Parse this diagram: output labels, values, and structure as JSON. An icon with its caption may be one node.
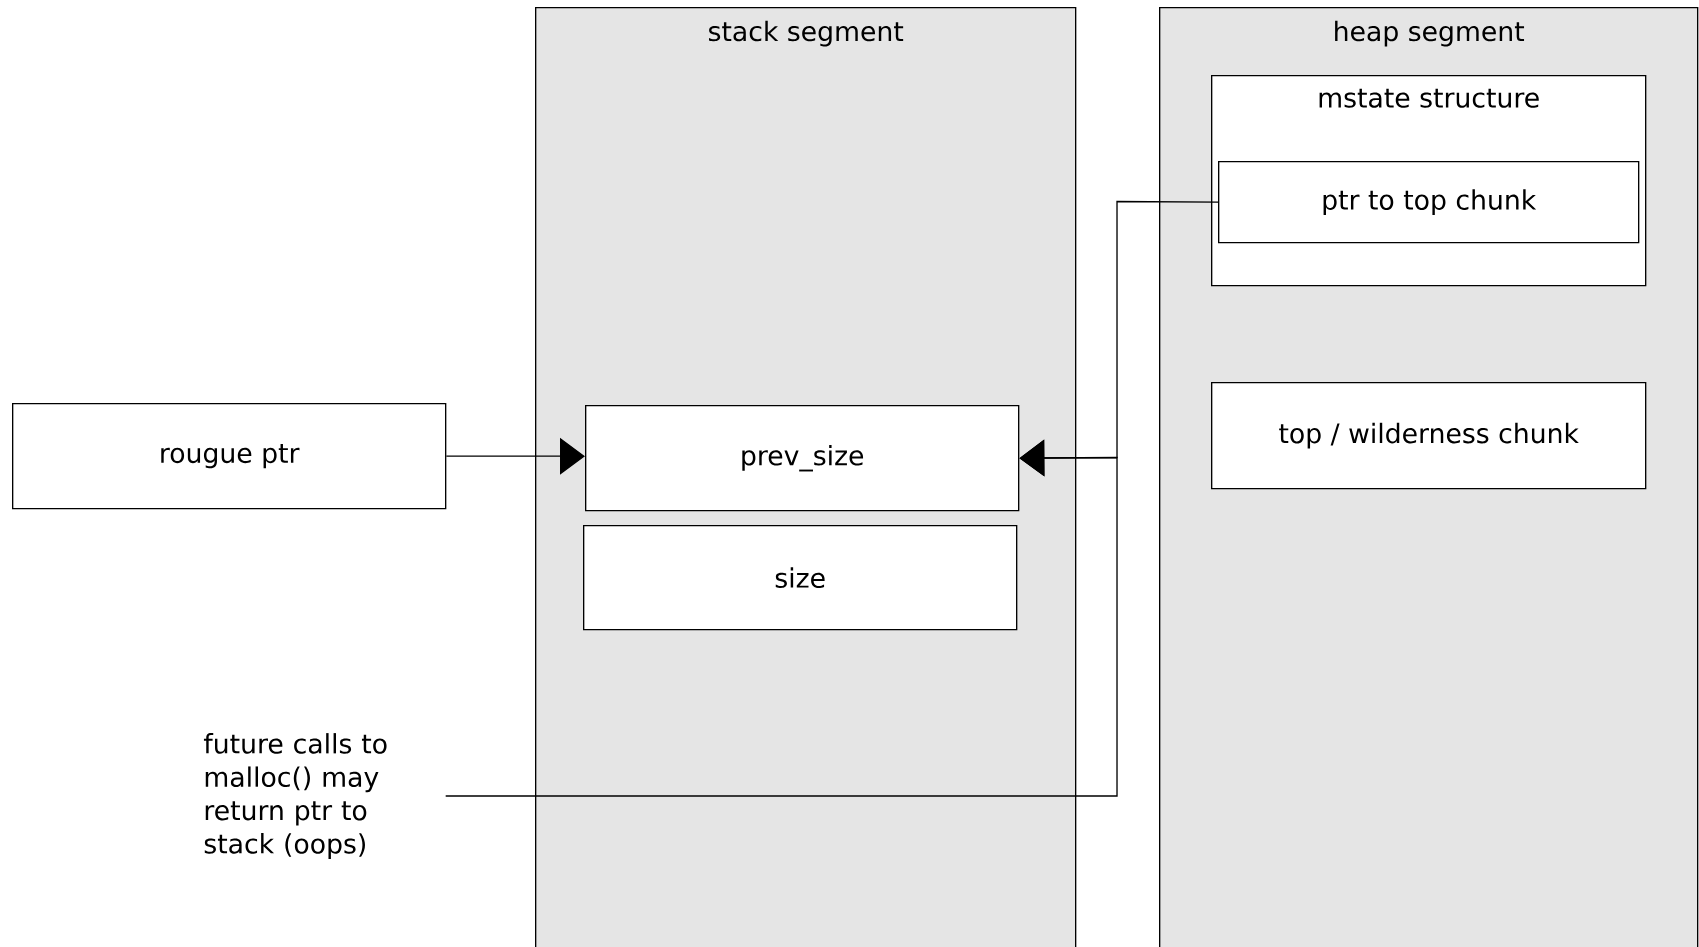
{
  "diagram": {
    "nodes": [
      {
        "text": [
          "stack segment"
        ]
      },
      {
        "text": [
          "prev_size"
        ],
        "in": 0
      },
      {
        "text": [
          "size"
        ],
        "in": 0
      },
      {
        "text": [
          "heap segment"
        ]
      },
      {
        "text": [
          "mstate structure"
        ],
        "in": 3
      },
      {
        "text": [
          "ptr to top chunk"
        ],
        "in": 4
      },
      {
        "text": [
          "top / wilderness chunk"
        ],
        "in": 3
      },
      {
        "text": [
          "rougue ptr"
        ]
      },
      {
        "text": [
          "future calls to malloc() may return ptr to stack (oops)"
        ]
      }
    ],
    "edges": [
      {
        "from": 7,
        "to": 1,
        "arrow": "to"
      },
      {
        "from": 5,
        "to": 1,
        "arrow": "to"
      },
      {
        "from": 8,
        "to": 1,
        "arrow": "to"
      }
    ]
  }
}
